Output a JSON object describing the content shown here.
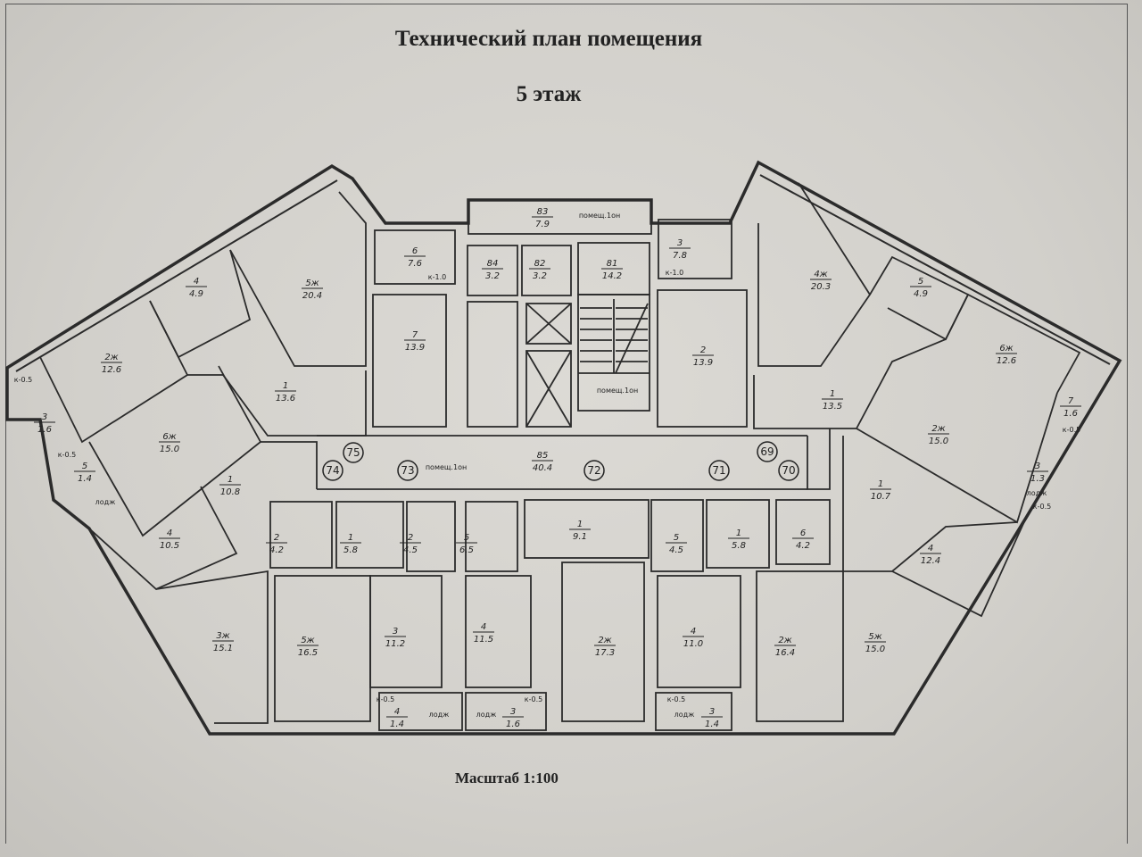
{
  "header": {
    "title": "Технический план помещения",
    "floor": "5 этаж"
  },
  "footer": {
    "scale": "Масштаб 1:100"
  },
  "rooms": [
    {
      "num": "6",
      "area": "7.6"
    },
    {
      "num": "5ж",
      "area": "20.4"
    },
    {
      "num": "4",
      "area": "4.9"
    },
    {
      "num": "2ж",
      "area": "12.6"
    },
    {
      "num": "3",
      "area": "1.6"
    },
    {
      "num": "6ж",
      "area": "15.0"
    },
    {
      "num": "1",
      "area": "13.6"
    },
    {
      "num": "7",
      "area": "13.9"
    },
    {
      "num": "1",
      "area": "10.8"
    },
    {
      "num": "5",
      "area": "1.4"
    },
    {
      "num": "4",
      "area": "10.5"
    },
    {
      "num": "3ж",
      "area": "15.1"
    },
    {
      "num": "5ж",
      "area": "16.5"
    },
    {
      "num": "2",
      "area": "4.2"
    },
    {
      "num": "1",
      "area": "5.8"
    },
    {
      "num": "2",
      "area": "4.5"
    },
    {
      "num": "5",
      "area": "6.5"
    },
    {
      "num": "3",
      "area": "11.2"
    },
    {
      "num": "4",
      "area": "11.5"
    },
    {
      "num": "4",
      "area": "1.4"
    },
    {
      "num": "3",
      "area": "1.6"
    },
    {
      "num": "83",
      "area": "7.9"
    },
    {
      "num": "84",
      "area": "3.2"
    },
    {
      "num": "82",
      "area": "3.2"
    },
    {
      "num": "81",
      "area": "14.2"
    },
    {
      "num": "85",
      "area": "40.4"
    },
    {
      "num": "1",
      "area": "9.1"
    },
    {
      "num": "2ж",
      "area": "17.3"
    },
    {
      "num": "5",
      "area": "4.5"
    },
    {
      "num": "1",
      "area": "5.8"
    },
    {
      "num": "6",
      "area": "4.2"
    },
    {
      "num": "4",
      "area": "11.0"
    },
    {
      "num": "3",
      "area": "1.4"
    },
    {
      "num": "2ж",
      "area": "16.4"
    },
    {
      "num": "5ж",
      "area": "15.0"
    },
    {
      "num": "4",
      "area": "12.4"
    },
    {
      "num": "1",
      "area": "10.7"
    },
    {
      "num": "2ж",
      "area": "15.0"
    },
    {
      "num": "3",
      "area": "1.3"
    },
    {
      "num": "1",
      "area": "13.5"
    },
    {
      "num": "6ж",
      "area": "12.6"
    },
    {
      "num": "7",
      "area": "1.6"
    },
    {
      "num": "5",
      "area": "4.9"
    },
    {
      "num": "4ж",
      "area": "20.3"
    },
    {
      "num": "3",
      "area": "7.8"
    },
    {
      "num": "2",
      "area": "13.9"
    }
  ],
  "notes": [
    "к-1.0",
    "к-0.5",
    "к-0.5",
    "лодж",
    "к-0.5",
    "лодж",
    "лодж",
    "к-0.5",
    "помещ.1он",
    "помещ.1он",
    "помещ.1он",
    "к-0.5",
    "лодж",
    "лодж",
    "к-0.5",
    "к-0.5",
    "к-1.0"
  ],
  "apartments": [
    "75",
    "74",
    "73",
    "72",
    "71",
    "69",
    "70"
  ]
}
